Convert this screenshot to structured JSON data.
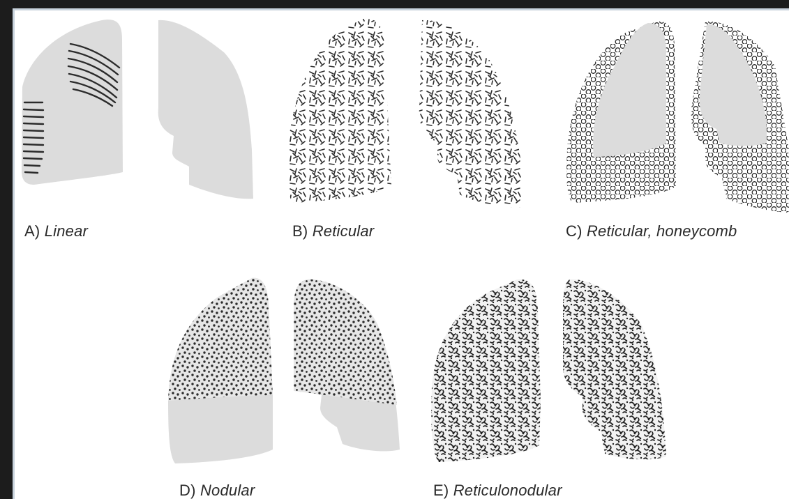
{
  "panels": [
    {
      "id": "A",
      "letter": "A)",
      "name": "Linear"
    },
    {
      "id": "B",
      "letter": "B)",
      "name": "Reticular"
    },
    {
      "id": "C",
      "letter": "C)",
      "name": "Reticular, honeycomb"
    },
    {
      "id": "D",
      "letter": "D)",
      "name": "Nodular"
    },
    {
      "id": "E",
      "letter": "E)",
      "name": "Reticulonodular"
    }
  ],
  "colors": {
    "lung_fill": "#dcdcdc",
    "pattern_ink": "#2b2b2b",
    "page_background": "#ffffff",
    "outer_background": "#1c1c1c"
  }
}
